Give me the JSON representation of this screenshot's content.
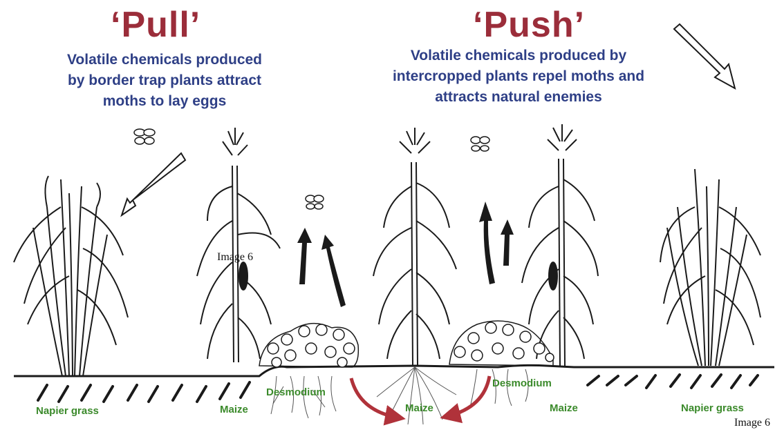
{
  "pull": {
    "title": "‘Pull’",
    "description": [
      "Volatile chemicals produced",
      "by border trap plants attract",
      "moths to lay eggs"
    ]
  },
  "push": {
    "title": "‘Push’",
    "description": [
      "Volatile chemicals produced by",
      "intercropped plants repel moths and",
      "attracts natural enemies"
    ]
  },
  "labels": {
    "napier_left": "Napier grass",
    "maize_left": "Maize",
    "desmodium_left": "Desmodium",
    "maize_center": "Maize",
    "desmodium_right": "Desmodium",
    "maize_right": "Maize",
    "napier_right": "Napier grass"
  },
  "captions": {
    "image_overlay": "Image 6",
    "image_corner": "Image 6"
  },
  "colors": {
    "title": "#9b2d3a",
    "description": "#2e3f86",
    "label": "#3b8a2b",
    "root_arrow": "#b0323a",
    "ink": "#1a1a1a"
  }
}
